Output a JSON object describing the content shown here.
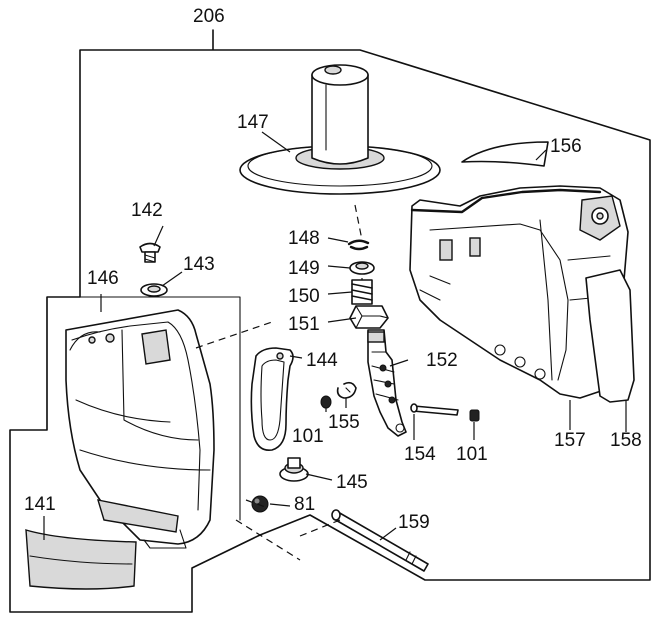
{
  "diagram": {
    "callouts": {
      "p206": "206",
      "p142": "142",
      "p143": "143",
      "p146": "146",
      "p141": "141",
      "p147": "147",
      "p148": "148",
      "p149": "149",
      "p150": "150",
      "p151": "151",
      "p144": "144",
      "p152": "152",
      "p155": "155",
      "p101a": "101",
      "p101b": "101",
      "p145": "145",
      "p154": "154",
      "p81": "81",
      "p159": "159",
      "p156": "156",
      "p157": "157",
      "p158": "158"
    }
  }
}
